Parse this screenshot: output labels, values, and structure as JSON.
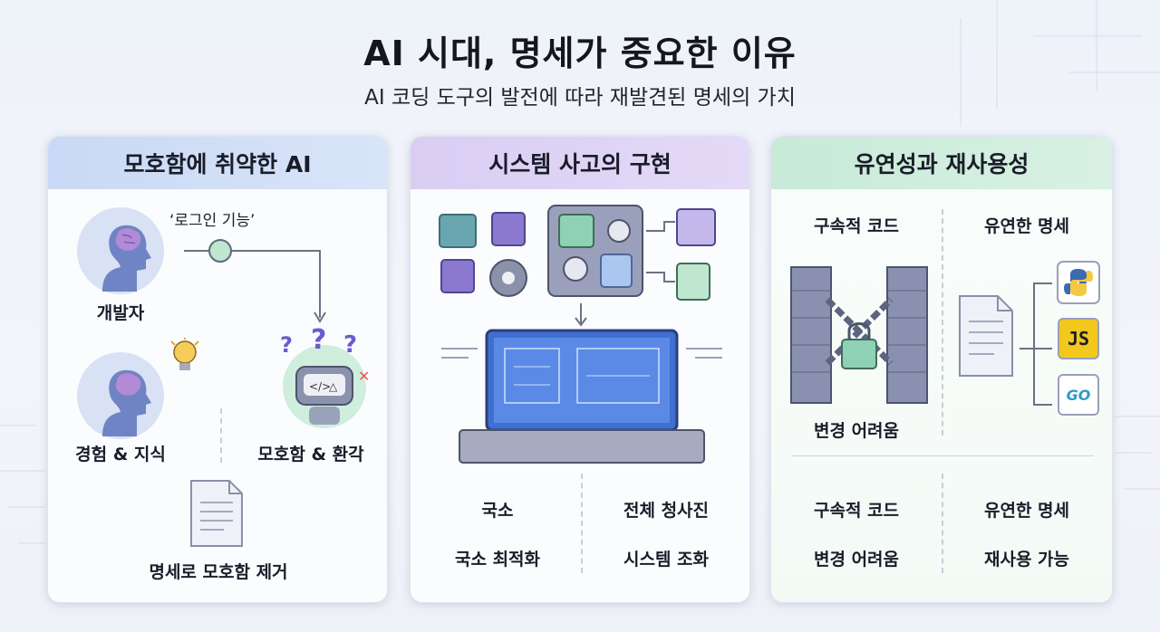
{
  "header": {
    "title": "AI 시대, 명세가 중요한 이유",
    "subtitle": "AI 코딩 도구의 발전에 따라 재발견된 명세의 가치"
  },
  "panels": [
    {
      "title": "모호함에 취약한 AI",
      "labels": {
        "quote": "‘로그인 기능’",
        "developer": "개발자",
        "experience": "경험 & 지식",
        "ambiguity": "모호함 & 환각",
        "spec": "명세로 모호함 제거"
      }
    },
    {
      "title": "시스템 사고의 구현",
      "labels": {
        "local": "국소",
        "whole": "전체 청사진",
        "local_opt": "국소 최적화",
        "harmony": "시스템 조화"
      }
    },
    {
      "title": "유연성과 재사용성",
      "labels": {
        "rigid_top": "구속적 코드",
        "flexible_top": "유연한 명세",
        "hard_change": "변경 어려움",
        "rigid_bottom": "구속적 코드",
        "flexible_bottom": "유연한 명세",
        "hard_change_bottom": "변경 어려움",
        "reusable": "재사용 가능",
        "js": "JS",
        "go": "GO"
      }
    }
  ],
  "colors": {
    "panel1_header": "#c9d9f5",
    "panel2_header": "#d9cdf3",
    "panel3_header": "#c8ead8"
  }
}
